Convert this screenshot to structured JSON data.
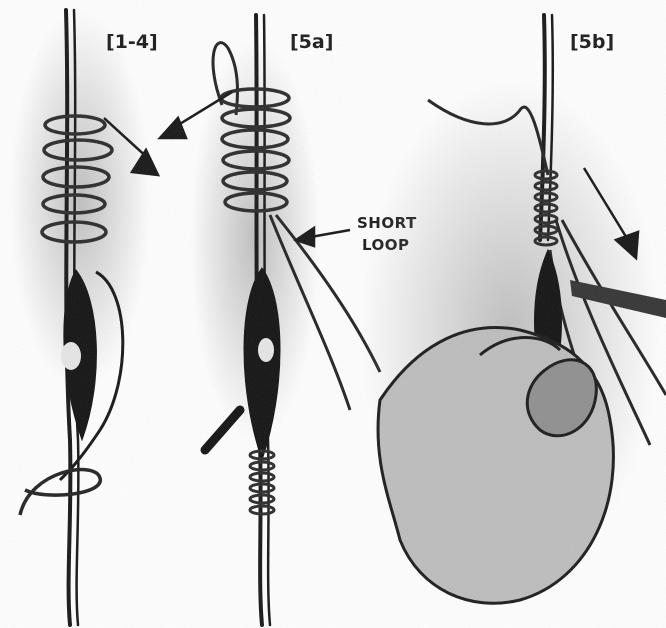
{
  "panels": [
    {
      "label": "[1-4]"
    },
    {
      "label": "[5a]",
      "annotation": [
        "SHORT",
        "LOOP"
      ]
    },
    {
      "label": "[5b]"
    }
  ]
}
